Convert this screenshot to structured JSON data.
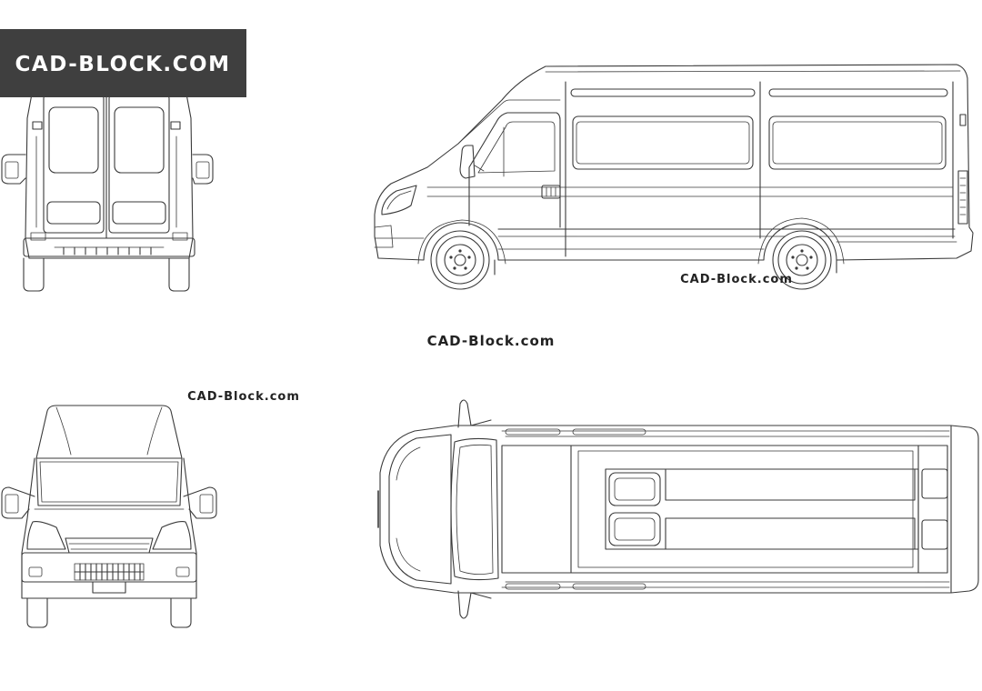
{
  "logo": {
    "text": "CAD-BLOCK.COM"
  },
  "watermarks": {
    "side_view": "CAD-Block.com",
    "center": "CAD-Block.com",
    "front_view": "CAD-Block.com"
  },
  "colors": {
    "line": "#3a3a3a",
    "logo_background": "#3f3f3f",
    "logo_text": "#ffffff",
    "background": "#ffffff"
  }
}
